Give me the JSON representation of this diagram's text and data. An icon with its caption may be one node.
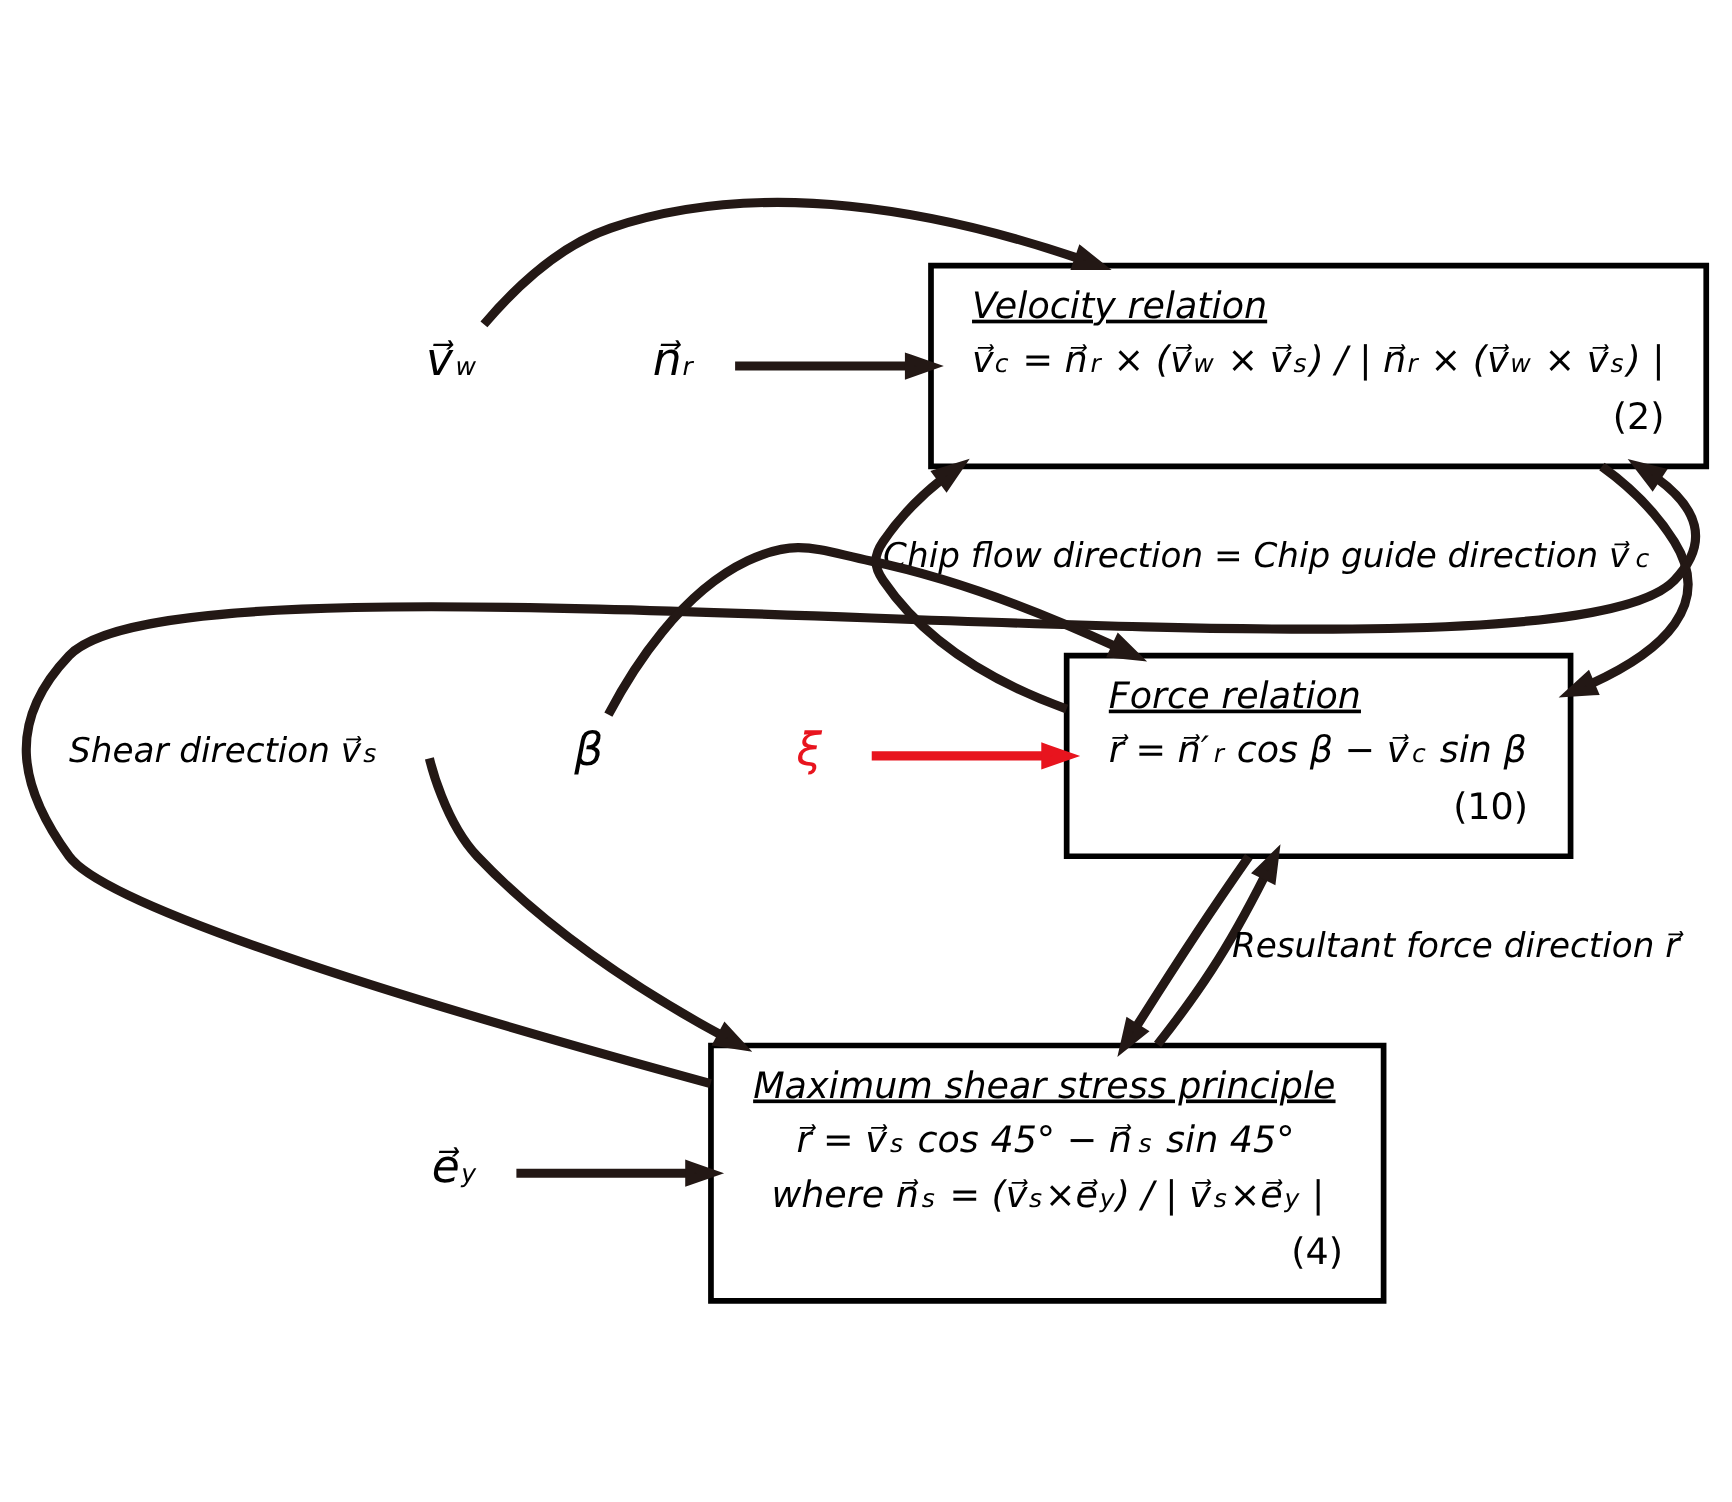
{
  "diagram": {
    "nodes": [
      {
        "text": [
          "Velocity relation",
          "v⃗$_{c}$ = n⃗$_{r}$ × (v⃗$_{w}$ × v⃗$_{s}$) / | n⃗$_{r}$ × (v⃗$_{w}$ × v⃗$_{s}$) |",
          "(2)"
        ]
      },
      {
        "text": [
          "Force relation",
          "r⃗ = n⃗′$_{r}$ cos β − v⃗$_{c}$ sin β",
          "(10)"
        ]
      },
      {
        "text": [
          "Maximum shear stress principle",
          "r⃗ = v⃗$_{s}$ cos 45° − n⃗$_{s}$ sin 45°",
          "where n⃗$_{s}$ = (v⃗$_{s}$×e⃗$_{y}$) / | v⃗$_{s}$×e⃗$_{y}$ |",
          "(4)"
        ]
      },
      {
        "text": [
          "v⃗$_{w}$"
        ]
      },
      {
        "text": [
          "n⃗$_{r}$"
        ]
      },
      {
        "text": [
          "ξ"
        ]
      },
      {
        "text": [
          "β"
        ]
      },
      {
        "text": [
          "e⃗$_{y}$"
        ]
      }
    ],
    "edges": [
      {
        "from": 3,
        "to": 0,
        "arrow": "to"
      },
      {
        "from": 4,
        "to": 0,
        "arrow": "to"
      },
      {
        "from": 0,
        "to": 1,
        "arrow": "to"
      },
      {
        "from": 1,
        "to": 0,
        "arrow": "to",
        "label": "Chip flow direction = Chip guide direction v⃗$_{c}$"
      },
      {
        "from": 5,
        "to": 1,
        "arrow": "to",
        "color": "#e8141e"
      },
      {
        "from": 6,
        "to": 1,
        "arrow": "to"
      },
      {
        "from": 1,
        "to": 2,
        "arrow": "to"
      },
      {
        "from": 2,
        "to": 1,
        "arrow": "to",
        "label": "Resultant force direction r⃗"
      },
      {
        "from": 2,
        "to": 0,
        "arrow": "to",
        "label": "Shear direction v⃗$_{s}$"
      },
      {
        "from": null,
        "to": 2,
        "arrow": "to"
      },
      {
        "from": 7,
        "to": 2,
        "arrow": "to"
      }
    ]
  }
}
